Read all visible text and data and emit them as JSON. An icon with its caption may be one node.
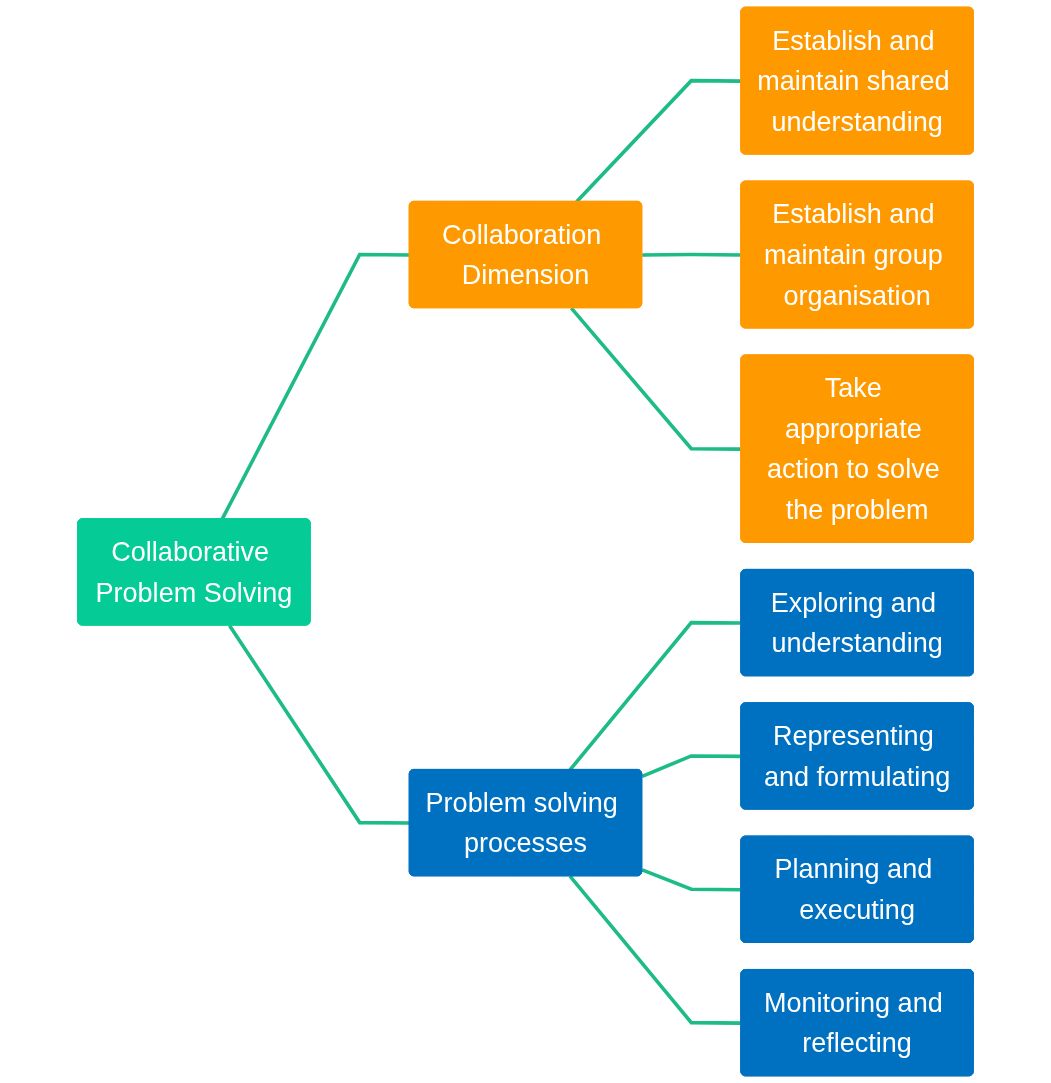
{
  "diagram": {
    "nodes": [
      {
        "text": [
          "Collaborative Problem Solving"
        ]
      },
      {
        "text": [
          "Collaboration Dimension"
        ]
      },
      {
        "text": [
          "Establish and maintain shared understanding"
        ]
      },
      {
        "text": [
          "Establish and maintain group organisation"
        ]
      },
      {
        "text": [
          "Take appropriate action to solve the problem"
        ]
      },
      {
        "text": [
          "Problem solving processes"
        ]
      },
      {
        "text": [
          "Exploring and understanding"
        ]
      },
      {
        "text": [
          "Representing and formulating"
        ]
      },
      {
        "text": [
          "Planning and executing"
        ]
      },
      {
        "text": [
          "Monitoring and reflecting"
        ]
      }
    ],
    "edges": [
      {
        "from": 0,
        "to": 1,
        "arrow": "none"
      },
      {
        "from": 0,
        "to": 5,
        "arrow": "none"
      },
      {
        "from": 1,
        "to": 2,
        "arrow": "none"
      },
      {
        "from": 1,
        "to": 3,
        "arrow": "none"
      },
      {
        "from": 1,
        "to": 4,
        "arrow": "none"
      },
      {
        "from": 5,
        "to": 6,
        "arrow": "none"
      },
      {
        "from": 5,
        "to": 7,
        "arrow": "none"
      },
      {
        "from": 5,
        "to": 8,
        "arrow": "none"
      },
      {
        "from": 5,
        "to": 9,
        "arrow": "none"
      }
    ]
  }
}
